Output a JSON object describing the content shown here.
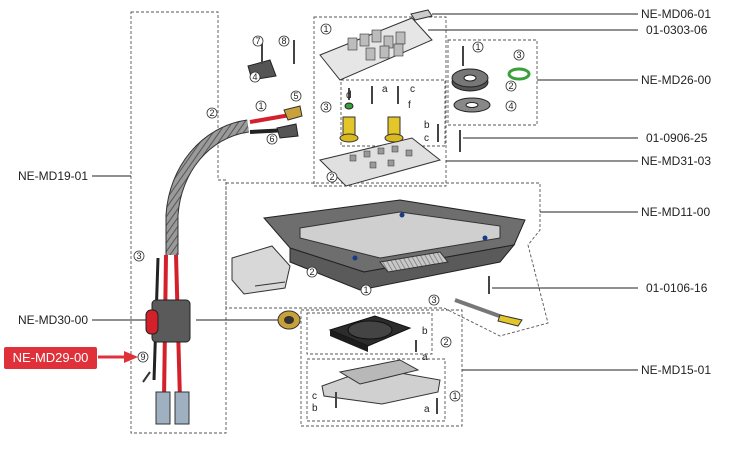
{
  "labels": {
    "md06": "NE-MD06-01",
    "p0303": "01-0303-06",
    "md26": "NE-MD26-00",
    "p0906": "01-0906-25",
    "md31": "NE-MD31-03",
    "md11": "NE-MD11-00",
    "p0106": "01-0106-16",
    "md15": "NE-MD15-01",
    "md19": "NE-MD19-01",
    "md30": "NE-MD30-00"
  },
  "callout": {
    "text": "NE-MD29-00",
    "color": "#e0313b"
  },
  "markers": {
    "n1": "1",
    "n2": "2",
    "n3": "3",
    "n4": "4",
    "n5": "5",
    "n6": "6",
    "n7": "7",
    "n8": "8",
    "n9": "9",
    "a": "a",
    "b": "b",
    "c": "c",
    "d": "d",
    "f": "f"
  }
}
